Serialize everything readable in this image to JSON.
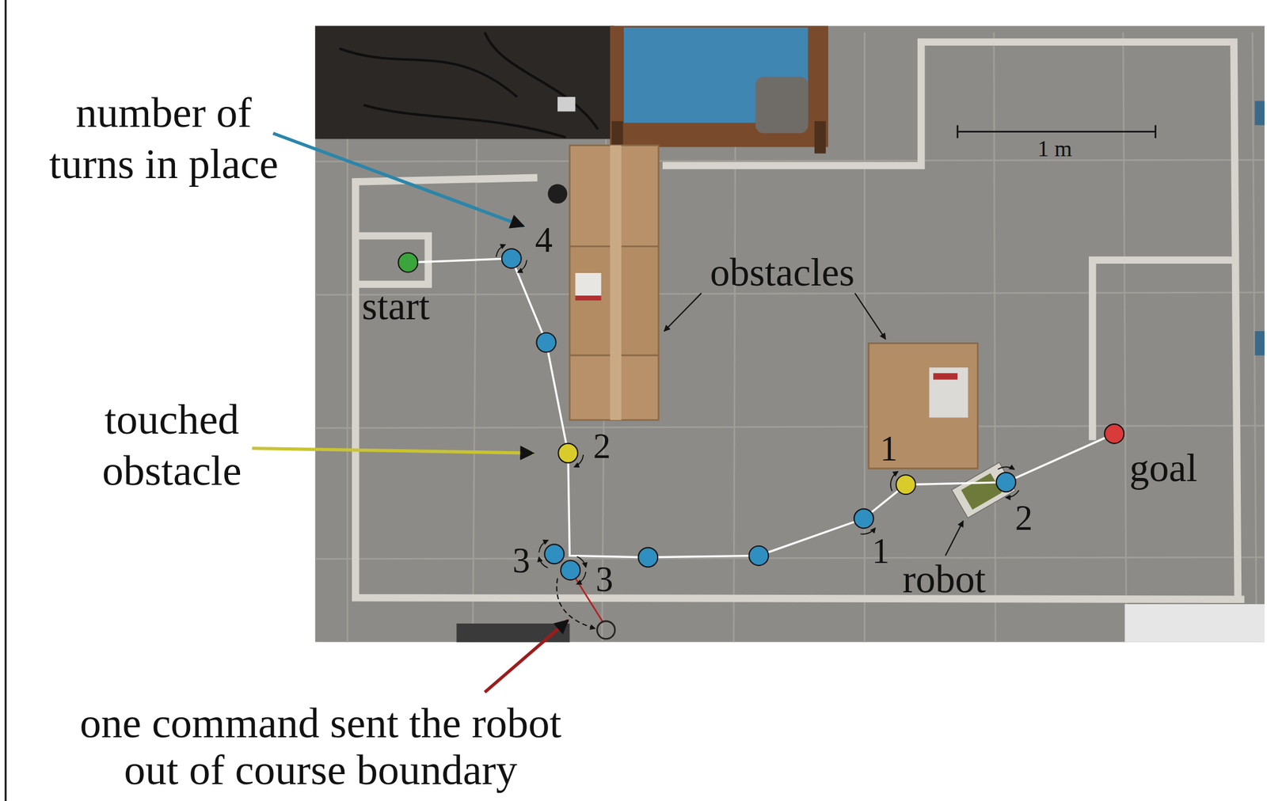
{
  "diagram": {
    "labels": [
      "number of turns in place",
      "1 m",
      "4",
      "obstacles",
      "start",
      "touched obstacle",
      "2",
      "1",
      "goal",
      "2",
      "1",
      "robot",
      "3",
      "3",
      "one command sent the robot out of course boundary"
    ]
  }
}
